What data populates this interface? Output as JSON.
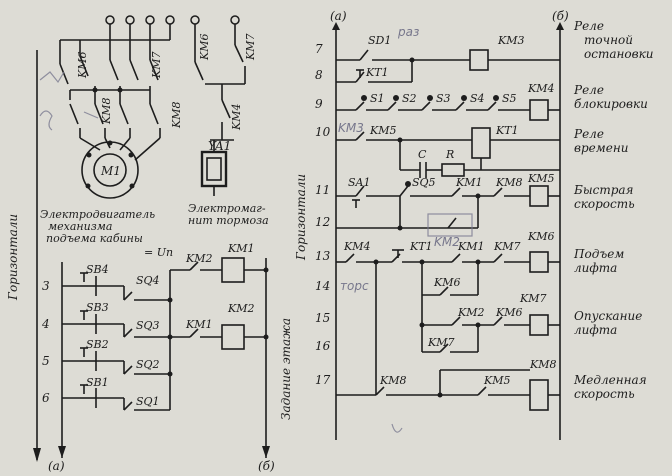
{
  "panel_a_left": {
    "side_label": "Горизонтали",
    "motor_label": "M1",
    "motor_caption": [
      "Электродвигатель",
      "механизма",
      "подъема кабины"
    ],
    "contactors_top": [
      "KM6",
      "KM7",
      "KM8"
    ],
    "brake_contacts": [
      "KM6",
      "KM7",
      "KM4"
    ],
    "brake_label": "YA1",
    "brake_caption": [
      "Электромаг-",
      "нит тормоза"
    ],
    "supply_label": "= Uп",
    "rows": [
      "3",
      "4",
      "5",
      "6"
    ],
    "buttons": [
      "SB4",
      "SB3",
      "SB2",
      "SB1"
    ],
    "switches": [
      "SQ4",
      "SQ3",
      "SQ2",
      "SQ1"
    ],
    "coils": [
      "KM1",
      "KM2"
    ],
    "coil_contacts": [
      "KM2",
      "KM1"
    ],
    "floor_label": "Задание этажа",
    "sub_a": "(а)",
    "sub_b": "(б)"
  },
  "panel_right": {
    "side_label": "Горизонтали",
    "sub_a": "(а)",
    "sub_b": "(б)",
    "rows": [
      "7",
      "8",
      "9",
      "10",
      "11",
      "12",
      "13",
      "14",
      "15",
      "16",
      "17"
    ],
    "elements": {
      "sd1": "SD1",
      "kt1_contact": "KT1",
      "km3_coil": "KM3",
      "s1": "S1",
      "s2": "S2",
      "s3": "S3",
      "s4": "S4",
      "s5": "S5",
      "km4_coil": "KM4",
      "km5_contact": "KM5",
      "c": "C",
      "r": "R",
      "kt1_coil": "KT1",
      "sa1": "SA1",
      "sq5": "SQ5",
      "km1_a": "KM1",
      "km8_a": "KM8",
      "km5_coil": "KM5",
      "km4_contact": "KM4",
      "kt1_b": "KT1",
      "km1_b": "KM1",
      "km7_b": "KM7",
      "km6_coil": "KM6",
      "km6_c": "KM6",
      "km7_coil": "KM7",
      "km2_c": "KM2",
      "km6_d": "KM6",
      "km7_d": "KM7",
      "km8_contact": "KM8",
      "km5_e": "KM5",
      "km8_coil": "KM8"
    },
    "descriptions": [
      [
        "Реле",
        "точной",
        "остановки"
      ],
      [
        "Реле",
        "блокировки"
      ],
      [
        "Реле",
        "времени"
      ],
      [
        "Быстрая",
        "скорость"
      ],
      [
        "Подъем",
        "лифта"
      ],
      [
        "Опускание",
        "лифта"
      ],
      [
        "Медленная",
        "скорость"
      ]
    ]
  },
  "annotations": {
    "raz": "раз",
    "km3_note": "KM3",
    "km2_note": "KM2",
    "tors": "торс"
  }
}
